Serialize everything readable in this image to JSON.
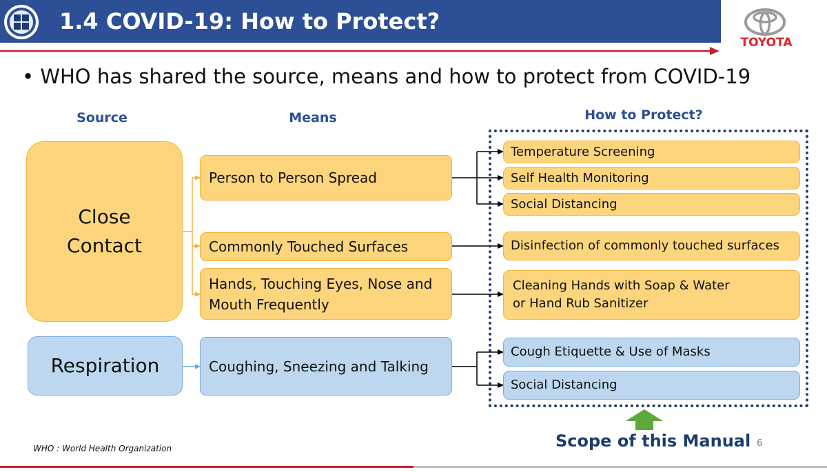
{
  "header": {
    "title": "1.4 COVID-19: How to Protect?",
    "brand": "TOYOTA",
    "colors": {
      "bar": "#2c4f96",
      "accent": "#c8202a"
    }
  },
  "bullet": "WHO has shared the source, means and how to protect from COVID-19",
  "columns": {
    "source": "Source",
    "means": "Means",
    "protect": "How to Protect?"
  },
  "sources": [
    {
      "label": "Close Contact",
      "color": "#fdd57c"
    },
    {
      "label": "Respiration",
      "color": "#bcd7ef"
    }
  ],
  "means": [
    "Person to Person Spread",
    "Commonly Touched Surfaces",
    "Hands, Touching Eyes, Nose and Mouth Frequently",
    "Coughing, Sneezing and Talking"
  ],
  "protections": [
    "Temperature Screening",
    "Self Health Monitoring",
    "Social Distancing",
    "Disinfection of commonly touched surfaces",
    "Cleaning Hands with Soap & Water or Hand Rub Sanitizer",
    "Cough Etiquette & Use of Masks",
    "Social Distancing"
  ],
  "scope_label": "Scope of this Manual",
  "footnote": "WHO : World Health Organization",
  "page_number": "6"
}
